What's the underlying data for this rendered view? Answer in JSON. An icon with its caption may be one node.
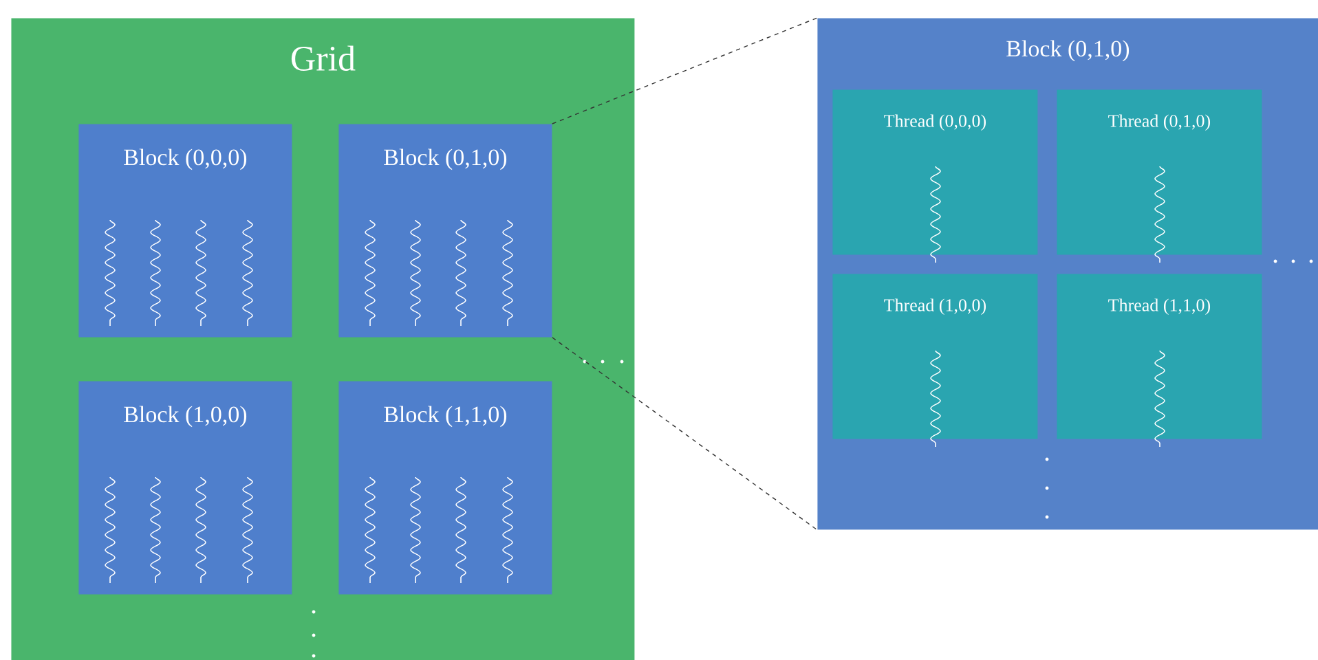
{
  "diagram": {
    "nodes": [
      {
        "text": [
          "Grid"
        ]
      },
      {
        "text": [
          "Block (0,0,0)"
        ],
        "in": 0
      },
      {
        "text": [
          "Block (0,1,0)"
        ],
        "in": 0
      },
      {
        "text": [
          "Block (1,0,0)"
        ],
        "in": 0
      },
      {
        "text": [
          "Block (1,1,0)"
        ],
        "in": 0
      },
      {
        "text": [
          "Block (0,1,0)"
        ]
      },
      {
        "text": [
          "Thread (0,0,0)"
        ],
        "in": 5
      },
      {
        "text": [
          "Thread (0,1,0)"
        ],
        "in": 5
      },
      {
        "text": [
          "Thread (1,0,0)"
        ],
        "in": 5
      },
      {
        "text": [
          "Thread (1,1,0)"
        ],
        "in": 5
      }
    ],
    "edges": [
      {
        "from": 2,
        "to": 5,
        "arrow": "none",
        "style": "dashed"
      },
      {
        "from": 2,
        "to": 5,
        "arrow": "none",
        "style": "dashed"
      }
    ]
  }
}
